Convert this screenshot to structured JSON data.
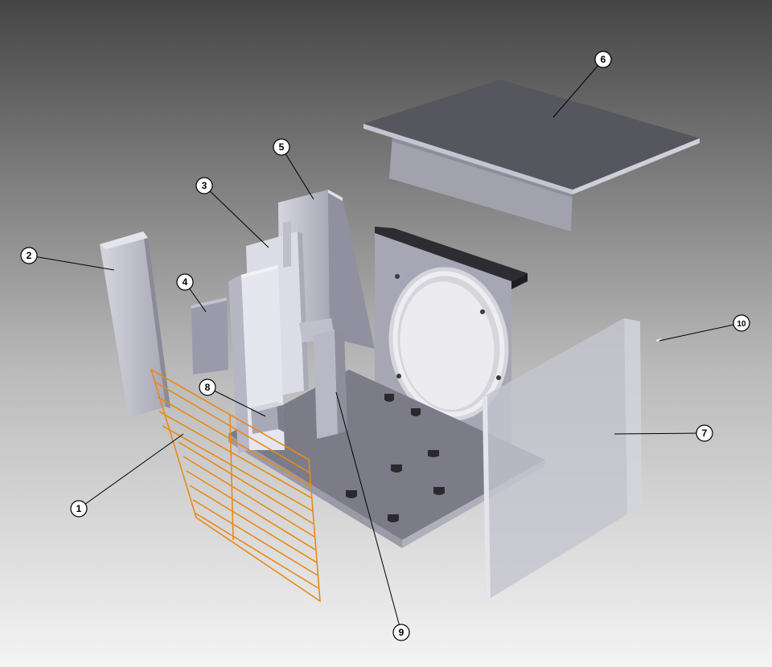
{
  "diagram": {
    "type": "exploded-assembly",
    "background": {
      "top": "#454545",
      "bottom": "#f4f4f4"
    },
    "colors": {
      "guard": "#e88a1a",
      "panel_light": "#cfcfda",
      "panel_mid": "#b2b2c0",
      "panel_dark": "#858592",
      "top_face": "#54545c",
      "base": "#7b7b86",
      "foot": "#2a2a2e"
    },
    "parts": [
      {
        "id": "1",
        "label": "1",
        "part": "wire-guard"
      },
      {
        "id": "2",
        "label": "2",
        "part": "side-panel-left"
      },
      {
        "id": "3",
        "label": "3",
        "part": "inner-panel"
      },
      {
        "id": "4",
        "label": "4",
        "part": "small-plate"
      },
      {
        "id": "5",
        "label": "5",
        "part": "corner-panel"
      },
      {
        "id": "6",
        "label": "6",
        "part": "top-cover"
      },
      {
        "id": "7",
        "label": "7",
        "part": "side-panel-right"
      },
      {
        "id": "8",
        "label": "8",
        "part": "bracket"
      },
      {
        "id": "9",
        "label": "9",
        "part": "post-bracket"
      },
      {
        "id": "10",
        "label": "10",
        "part": "screw"
      }
    ]
  }
}
